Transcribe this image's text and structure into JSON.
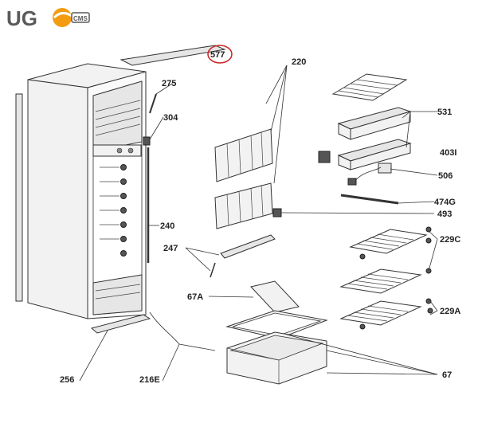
{
  "logo": {
    "text": "UG",
    "accent_color": "#f39c12",
    "tag": "CMS"
  },
  "callouts": {
    "l577": "577",
    "l220": "220",
    "l275": "275",
    "l304": "304",
    "l531": "531",
    "l403": "403I",
    "l506": "506",
    "l474": "474G",
    "l493": "493",
    "l229c": "229C",
    "l240": "240",
    "l247": "247",
    "l67a": "67A",
    "l229a": "229A",
    "l256": "256",
    "l216e": "216E",
    "l67": "67"
  },
  "highlight_color": "#cc2222"
}
